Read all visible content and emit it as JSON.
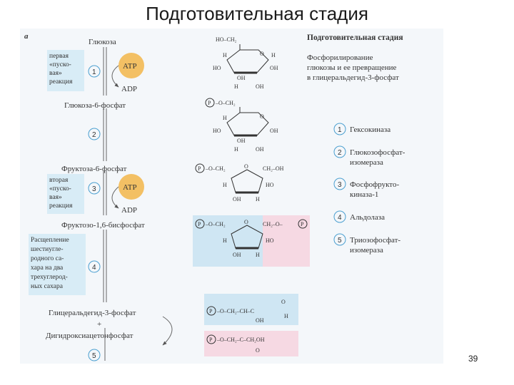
{
  "slide": {
    "title": "Подготовительная стадия",
    "page_number": "39"
  },
  "figure": {
    "panel_letter": "а",
    "header": "Подготовительная стадия",
    "description": [
      "Фосфорилирование",
      "глюкозы и ее превращение",
      "в глицеральдегид-3-фосфат"
    ],
    "pathway": {
      "glucose": "Глюкоза",
      "glucose_6p": "Глюкоза-6-фосфат",
      "fructose_6p": "Фруктоза-6-фосфат",
      "fructose_16bp": "Фруктозо-1,6-бисфосфат",
      "gap": "Глицеральдегид-3-фосфат",
      "plus": "+",
      "dhap": "Дигидроксиацетонфосфат",
      "atp": "ATP",
      "adp": "ADP"
    },
    "side_notes": {
      "first": [
        "первая",
        "«пуско-",
        "вая»",
        "реакция"
      ],
      "second": [
        "вторая",
        "«пуско-",
        "вая»",
        "реакция"
      ],
      "split": [
        "Расщепление",
        "шестиугле-",
        "родного са-",
        "хара на два",
        "трехуглерод-",
        "ных сахара"
      ]
    },
    "step_numbers": [
      "1",
      "2",
      "3",
      "4",
      "5"
    ],
    "enzymes": [
      {
        "num": "1",
        "lines": [
          "Гексокиназа"
        ]
      },
      {
        "num": "2",
        "lines": [
          "Глюкозофосфат-",
          "изомераза"
        ]
      },
      {
        "num": "3",
        "lines": [
          "Фосфофрукто-",
          "киназа-1"
        ]
      },
      {
        "num": "4",
        "lines": [
          "Альдолаза"
        ]
      },
      {
        "num": "5",
        "lines": [
          "Триозофосфат-",
          "изомераза"
        ]
      }
    ],
    "colors": {
      "atp_circle": "#f3c064",
      "side_box": "#d8ecf6",
      "blue_highlight": "#cfe6f3",
      "pink_highlight": "#f6d9e3",
      "background": "#f4f7fa"
    }
  }
}
